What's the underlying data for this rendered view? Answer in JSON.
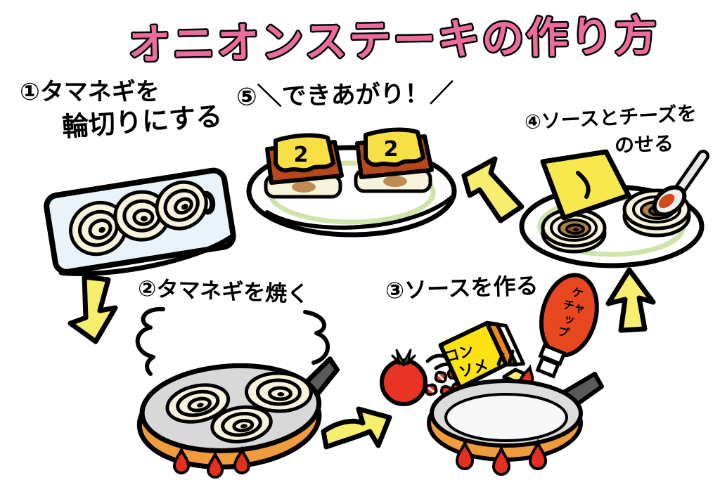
{
  "title": "オニオンステーキの作り方",
  "palette": {
    "title_pink": "#ec6c9d",
    "arrow_yellow": "#f8ee6e",
    "pan_orange": "#f09c3c",
    "pan_gray": "#d8d8d8",
    "handle_gray": "#5a5a5a",
    "flame_red": "#e5301f",
    "tomato_red": "#e73423",
    "ketchup_red": "#e8481f",
    "board_blue": "#eaf3fa",
    "onion_cream": "#f7f2dc",
    "plate_rim_green": "#cfe3ab",
    "cheese_yellow": "#f7df45",
    "consomme_yellow": "#ffe214",
    "steak_sauce_brown": "#b5481d"
  },
  "steps": {
    "step1": {
      "line1": "①タマネギを",
      "line2": "輪切りにする"
    },
    "step2": {
      "label": "②タマネギを焼く"
    },
    "step3": {
      "label": "③ソースを作る"
    },
    "step4": {
      "line1": "④ソースとチーズを",
      "line2": "のせる"
    },
    "step5": {
      "label": "⑤＼できあがり！／"
    }
  },
  "item_labels": {
    "consomme_line1": "コン",
    "consomme_line2": "ソメ",
    "ketchup_chars": [
      "ケ",
      "チャ",
      "ッ",
      "プ"
    ],
    "cheese_mark": "2"
  }
}
